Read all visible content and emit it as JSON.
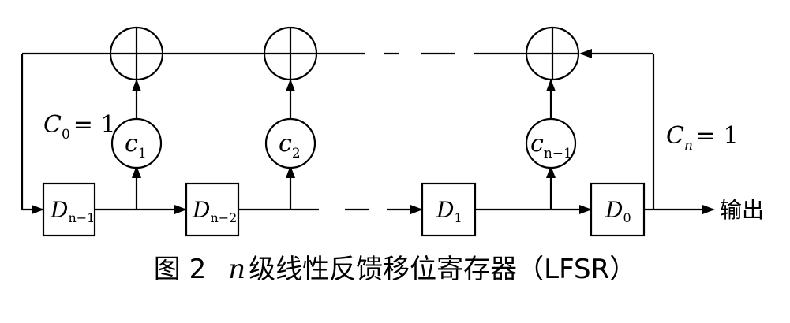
{
  "diagram": {
    "registers": [
      {
        "name": "D",
        "sub": "n−1"
      },
      {
        "name": "D",
        "sub": "n−2"
      },
      {
        "name": "D",
        "sub": "1"
      },
      {
        "name": "D",
        "sub": "0"
      }
    ],
    "coefficients": [
      {
        "name": "c",
        "sub": "1"
      },
      {
        "name": "c",
        "sub": "2"
      },
      {
        "name": "c",
        "sub": "n−1"
      }
    ],
    "c0_label": {
      "name": "C",
      "sub": "0",
      "eq": "= 1"
    },
    "cn_label": {
      "name": "C",
      "sub": "n",
      "eq": "= 1"
    },
    "output_label": "输出"
  },
  "caption": {
    "figure_number": "图 2",
    "variable": "n",
    "text": "级线性反馈移位寄存器（LFSR）"
  }
}
